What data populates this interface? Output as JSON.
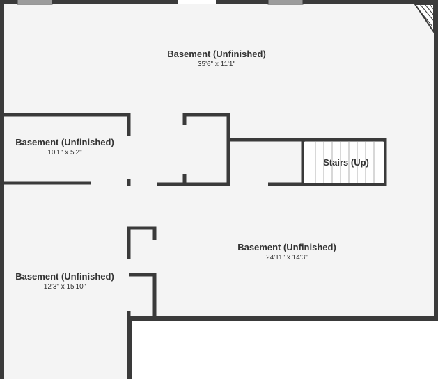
{
  "rooms": {
    "main": {
      "name": "Basement (Unfinished)",
      "dims": "35'6\" x 11'1\""
    },
    "small_left": {
      "name": "Basement (Unfinished)",
      "dims": "10'1\" x 5'2\""
    },
    "stairs": {
      "name": "Stairs (Up)"
    },
    "lower_right": {
      "name": "Basement (Unfinished)",
      "dims": "24'11\" x 14'3\""
    },
    "lower_left": {
      "name": "Basement (Unfinished)",
      "dims": "12'3\" x 15'10\""
    }
  },
  "colors": {
    "wall": "#3a3a3a",
    "floor": "#f4f4f4",
    "stairs_fill": "#ffffff",
    "stair_lines": "#bdbdbd"
  }
}
